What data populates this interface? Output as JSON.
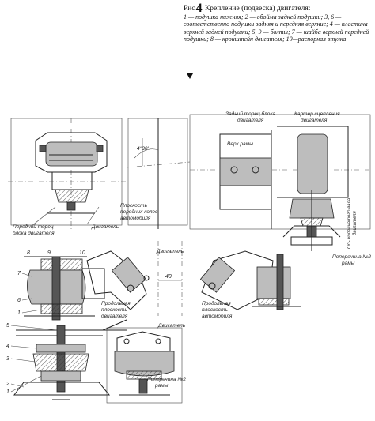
{
  "caption": {
    "prefix": "Рис",
    "number": "4",
    "title": "Крепление (подвеска) двигателя:",
    "legend": "1 — подушка нижняя; 2 — обойма задней подушки; 3, 6 — соответственно подушки задняя и передняя верхние; 4 — пластина верхней задней подушки; 5, 9 — болты; 7 — шайба верхней передней подушки; 8 — кронштейн двигателя; 10—распорная втулка"
  },
  "labels": {
    "front_face": "Передний торец",
    "front_face2": "блока двигателя",
    "engine": "Двигатель",
    "front_wheels_plane": "Плоскость",
    "front_wheels_plane2": "передних колес",
    "front_wheels_plane3": "автомобиля",
    "angle": "4°30'",
    "block_rear": "Задний торец блока",
    "block_rear2": "двигателя",
    "frame_top": "Верх рамы",
    "clutch_case": "Картер сцепления",
    "clutch_case2": "двигателя",
    "crossmember": "Поперечина №2",
    "crossmember2": "рамы",
    "shaft_axis": "Ось коленчатого вала",
    "shaft_axis2": "двигателя",
    "engine_center": "Двигатель",
    "dim_40": "40",
    "long_plane_engine": "Продольная",
    "long_plane_engine2": "плоскость",
    "long_plane_engine3": "двигателя",
    "long_plane_car": "Продольная",
    "long_plane_car2": "плоскость",
    "long_plane_car3": "автомобиля",
    "engine_bottom": "Двигатель",
    "crossmember_b": "Поперечина №2",
    "crossmember_b2": "рамы"
  },
  "numbers": {
    "n8": "8",
    "n9": "9",
    "n10": "10",
    "n7": "7",
    "n6": "6",
    "n1": "1",
    "n5": "5",
    "n4": "4",
    "n3": "3",
    "n2": "2",
    "nb1": "1"
  }
}
